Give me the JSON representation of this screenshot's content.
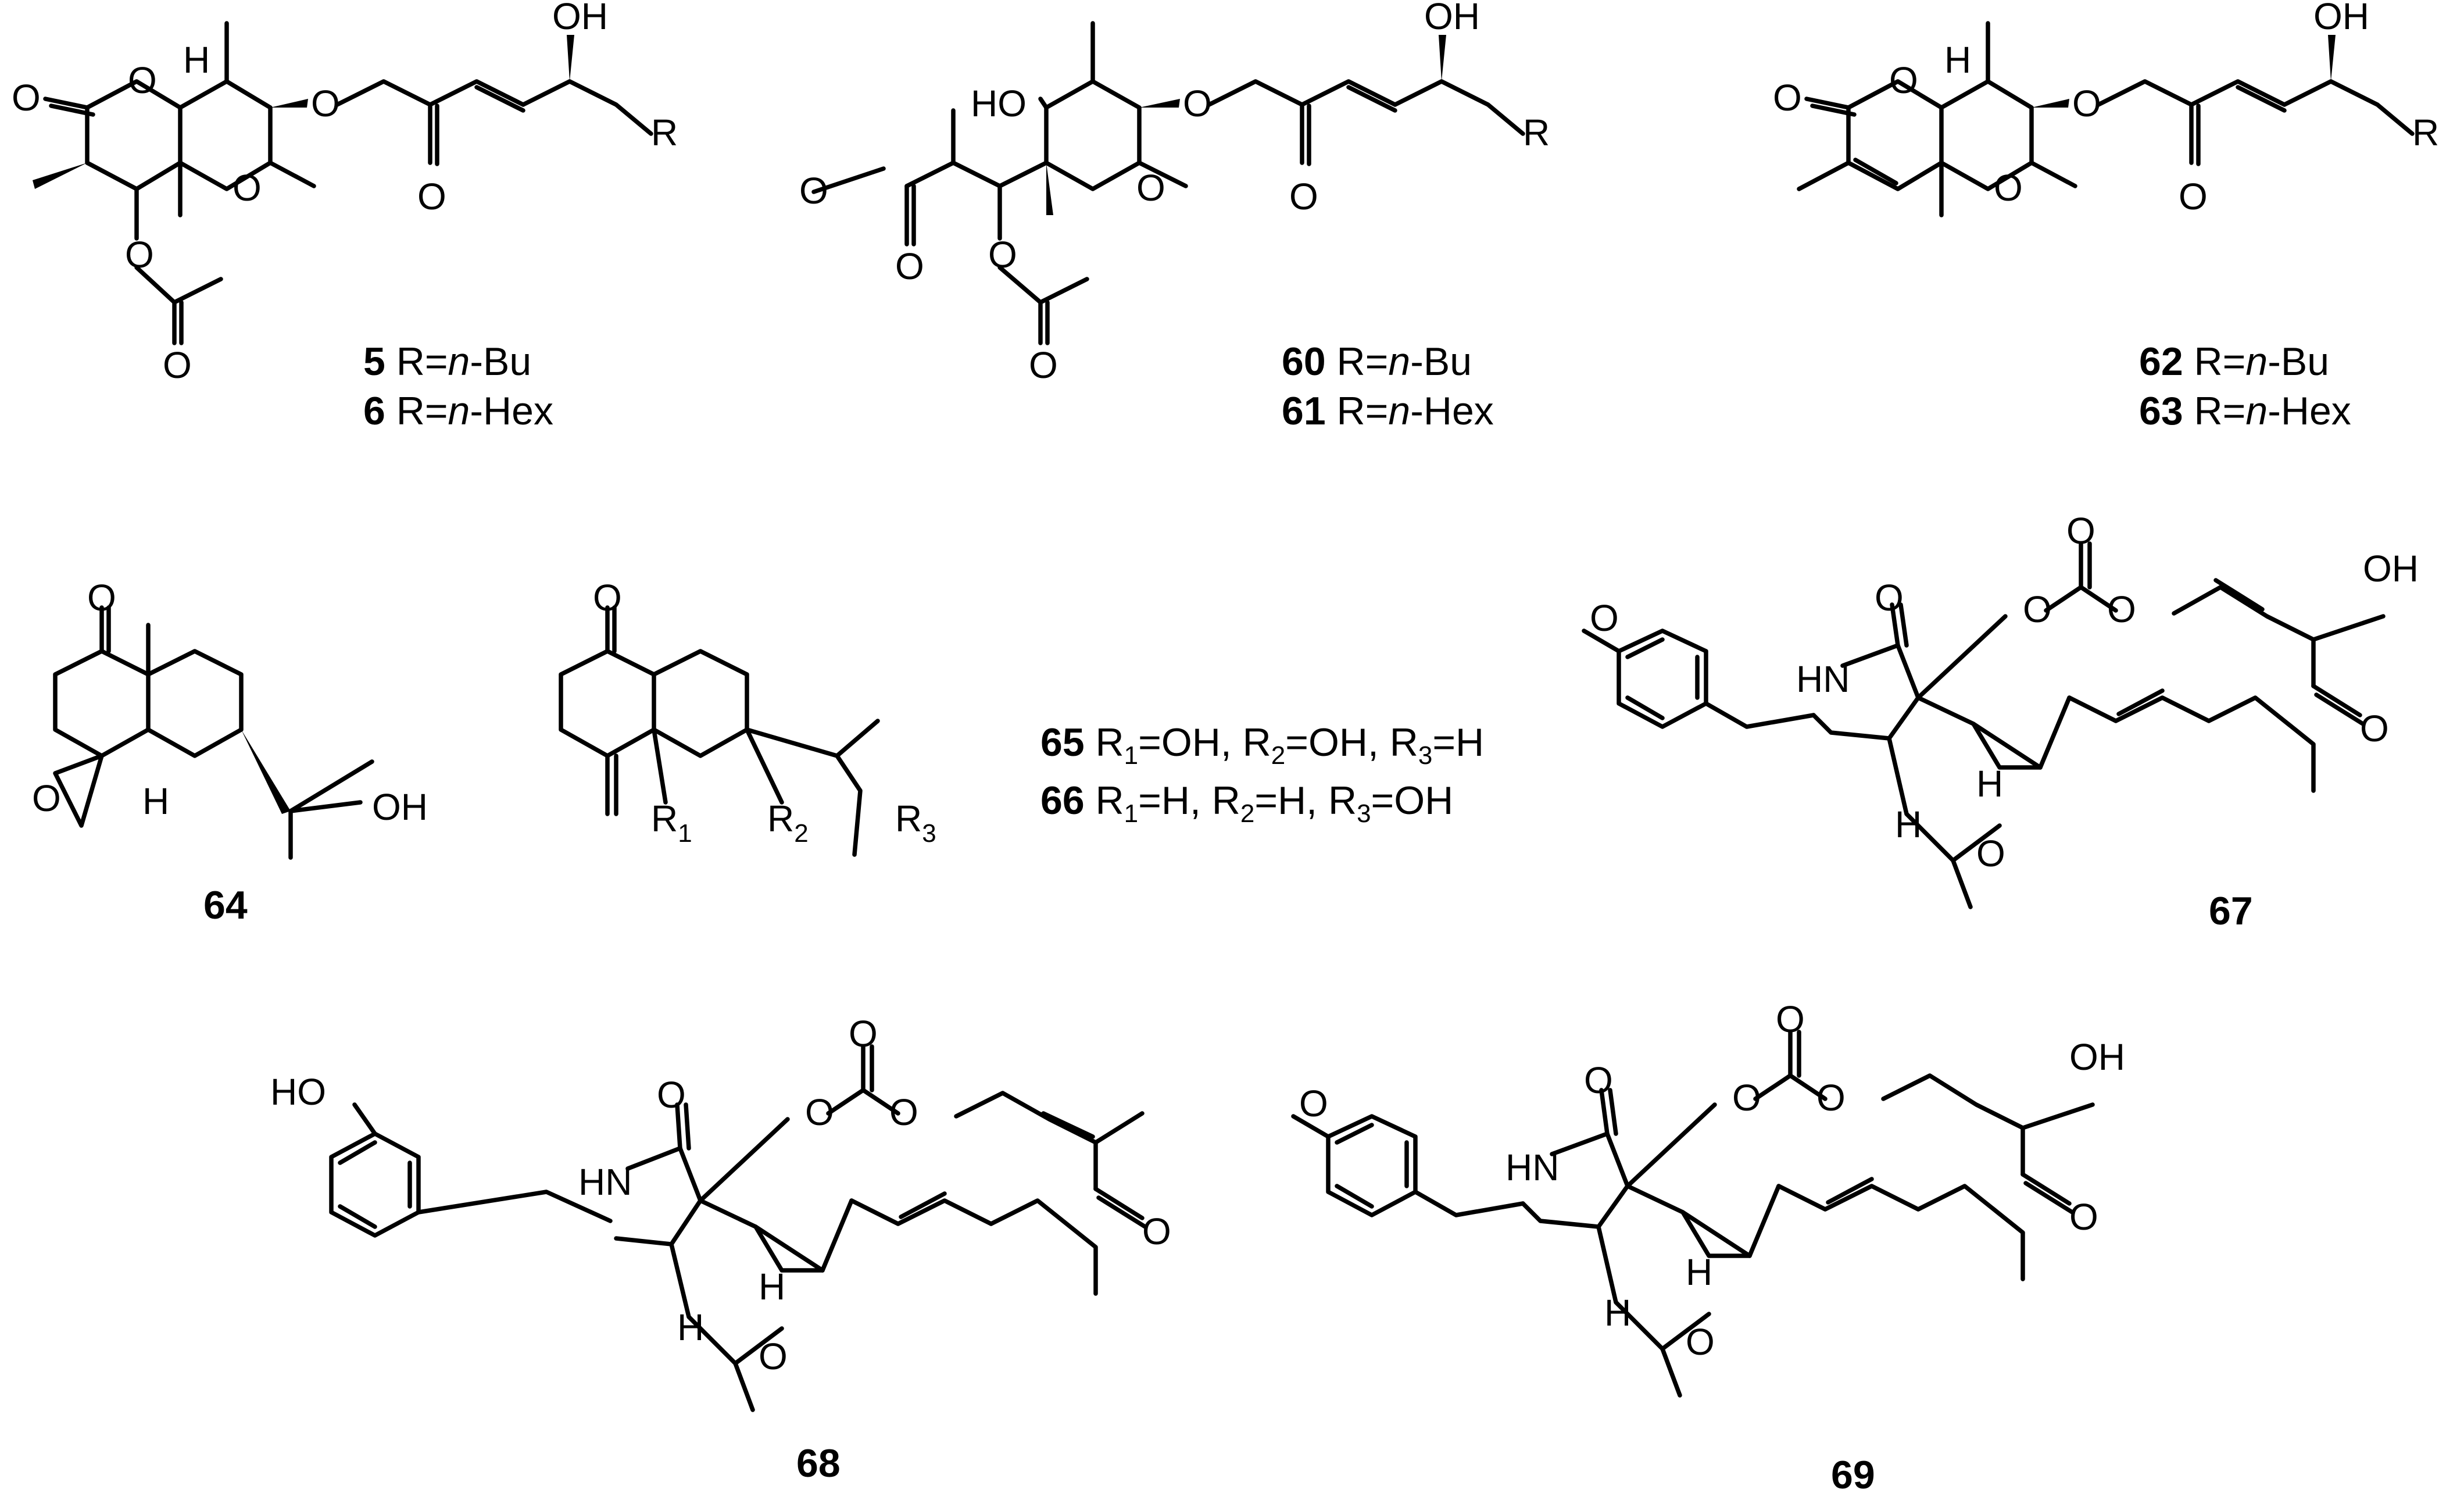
{
  "compounds": {
    "c5_6": {
      "line1": {
        "num": "5",
        "text": " R=",
        "italic": "n",
        "tail": "-Bu"
      },
      "line2": {
        "num": "6",
        "text": " R=",
        "italic": "n",
        "tail": "-Hex"
      }
    },
    "c60_61": {
      "line1": {
        "num": "60",
        "text": " R=",
        "italic": "n",
        "tail": "-Bu"
      },
      "line2": {
        "num": "61",
        "text": " R=",
        "italic": "n",
        "tail": "-Hex"
      }
    },
    "c62_63": {
      "line1": {
        "num": "62",
        "text": " R=",
        "italic": "n",
        "tail": "-Bu"
      },
      "line2": {
        "num": "63",
        "text": " R=",
        "italic": "n",
        "tail": "-Hex"
      }
    },
    "c64": {
      "num": "64"
    },
    "c65_66": {
      "line1": {
        "num": "65",
        "r1": "R",
        "s1": "1",
        "v1": "=OH, ",
        "r2": "R",
        "s2": "2",
        "v2": "=OH, ",
        "r3": "R",
        "s3": "3",
        "v3": "=H"
      },
      "line2": {
        "num": "66",
        "r1": "R",
        "s1": "1",
        "v1": "=H, ",
        "r2": "R",
        "s2": "2",
        "v2": "=H, ",
        "r3": "R",
        "s3": "3",
        "v3": "=OH"
      }
    },
    "c67": {
      "num": "67"
    },
    "c68": {
      "num": "68"
    },
    "c69": {
      "num": "69"
    }
  },
  "atom_labels": {
    "O": "O",
    "OH": "OH",
    "HO": "HO",
    "H": "H",
    "HN": "HN",
    "R": "R",
    "R1": "R",
    "R1_sub": "1",
    "R2": "R",
    "R2_sub": "2",
    "R3": "R",
    "R3_sub": "3"
  }
}
